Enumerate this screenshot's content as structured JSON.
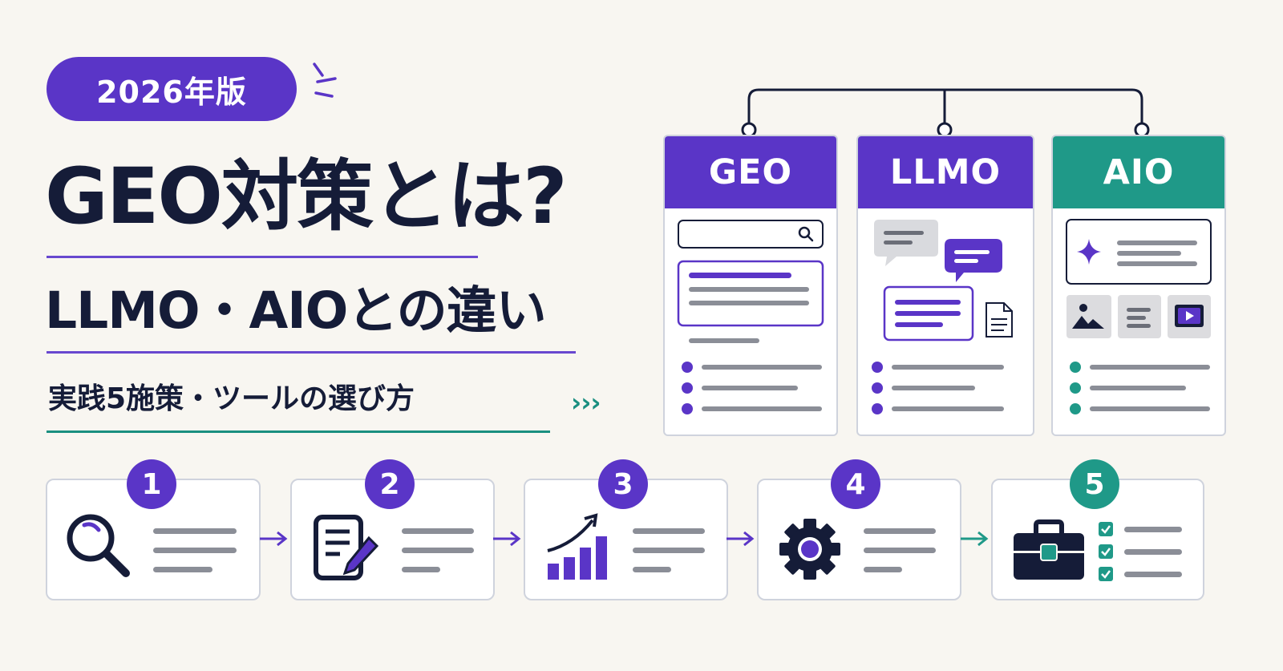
{
  "badge": "2026年版",
  "title_line1": "GEO対策とは?",
  "title_line2": "LLMO・AIOとの違い",
  "subtitle": "実践5施策・ツールの選び方",
  "subtitle_arrows": "›››",
  "cards": [
    {
      "label": "GEO",
      "color": "#5a35c7"
    },
    {
      "label": "LLMO",
      "color": "#5a35c7"
    },
    {
      "label": "AIO",
      "color": "#1f9988"
    }
  ],
  "steps": [
    {
      "number": "1",
      "icon": "search-icon",
      "color": "#5a35c7"
    },
    {
      "number": "2",
      "icon": "document-edit-icon",
      "color": "#5a35c7"
    },
    {
      "number": "3",
      "icon": "bar-chart-icon",
      "color": "#5a35c7"
    },
    {
      "number": "4",
      "icon": "gear-icon",
      "color": "#5a35c7"
    },
    {
      "number": "5",
      "icon": "toolbox-checklist-icon",
      "color": "#1f9988"
    }
  ],
  "colors": {
    "purple": "#5a35c7",
    "teal": "#1f9988",
    "navy": "#151c38",
    "background": "#f8f6f1"
  }
}
